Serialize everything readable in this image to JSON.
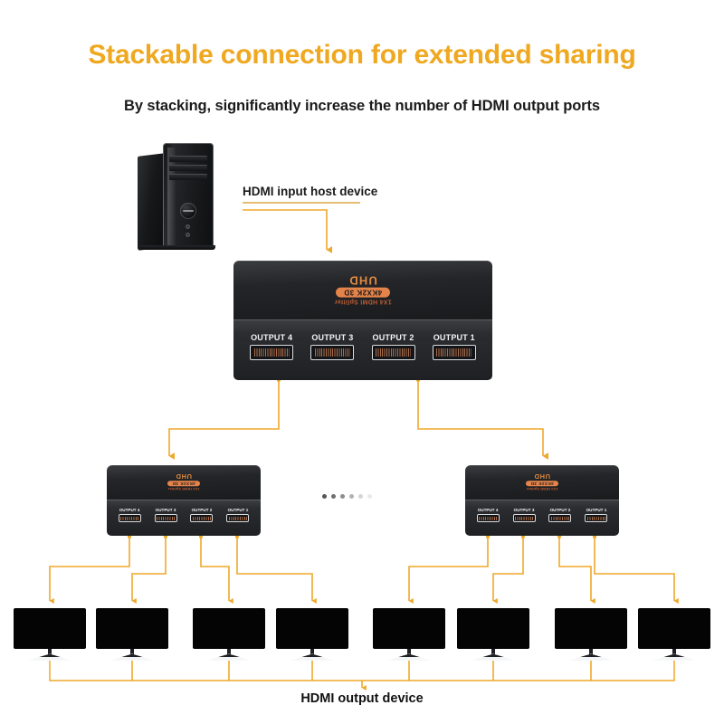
{
  "page": {
    "title": "Stackable connection for extended sharing",
    "subtitle": "By stacking, significantly increase the number of HDMI output ports",
    "title_color": "#efa81f",
    "arrow_color": "#efa82a",
    "background": "#ffffff"
  },
  "labels": {
    "input_device": "HDMI input host device",
    "output_device": "HDMI output device"
  },
  "device": {
    "brand_line": "1X4 HDMI Splitter",
    "badge": "4KX2K 3D",
    "uhd": "UHD",
    "ports": [
      {
        "label": "OUTPUT 4"
      },
      {
        "label": "OUTPUT 3"
      },
      {
        "label": "OUTPUT 2"
      },
      {
        "label": "OUTPUT 1"
      }
    ]
  },
  "splitters": [
    {
      "name": "primary-splitter",
      "tier": "1"
    },
    {
      "name": "secondary-splitter-left",
      "tier": "2"
    },
    {
      "name": "secondary-splitter-right",
      "tier": "2"
    }
  ],
  "monitors": [
    {
      "index": "1"
    },
    {
      "index": "2"
    },
    {
      "index": "3"
    },
    {
      "index": "4"
    },
    {
      "index": "5"
    },
    {
      "index": "6"
    },
    {
      "index": "7"
    },
    {
      "index": "8"
    }
  ],
  "continuation_dots": {
    "count": "6"
  },
  "icons": {
    "pc_tower": "desktop-tower-icon",
    "monitor": "monitor-icon",
    "hdmi_port": "hdmi-port-icon",
    "arrow_down": "arrow-down-icon"
  }
}
